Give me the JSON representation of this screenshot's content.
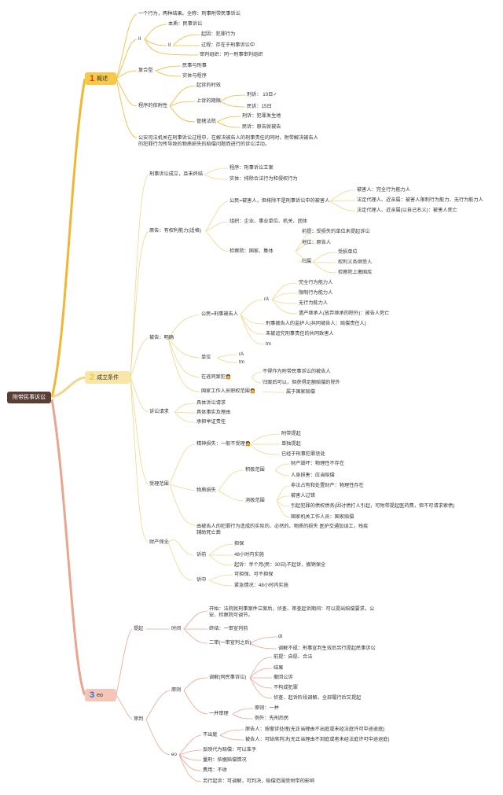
{
  "root": "附带民事诉讼",
  "sections": [
    {
      "num": "1",
      "label": "概述",
      "items": {
        "a": "一个行为，两种结果。全称：刑事附带民事诉讼",
        "a2": "II",
        "a2_1": "本质：民事诉讼",
        "a2_2": "II",
        "a2_2_1": "起因：犯罪行为",
        "a2_2_2": "过程：存在于刑事诉讼中",
        "a2_3": "审判组织：同一刑事审判组织",
        "b": "复合型",
        "b1": "民事与刑事",
        "b2": "实体与程序",
        "c": "程序的依附性",
        "c1": "起诉的时效",
        "c2": "上诉的期限",
        "c2_1": "刑诉： 10日✓",
        "c2_2": "民诉：15日",
        "c3": "管辖法院",
        "c3_1": "刑诉：犯罪发生地",
        "c3_2": "民诉：原告就被告",
        "d": "公安司法机关在刑事诉讼过程中，在解决被告人的刑事责任的同时，附带解决被告人的犯罪行为所导致的物质损失的赔偿问题而进行的诉讼活动。"
      }
    },
    {
      "num": "2",
      "label": "成立条件",
      "items": {
        "a": "刑事诉讼成立，且未终结",
        "a1": "程序：刑事诉讼立案",
        "a2": "实体：排除合法行为和侵权行为",
        "b": "原告：有权利能力(适格)",
        "b1": "公民=被害人，但排除不是刑事诉讼中的被害人",
        "b1_1": "被害人：完全行为能力人",
        "b1_2": "法定代理人、近亲属：被害人限制行为能力、无行为能力人",
        "b1_3": "法定代理人、近亲属(以自己名义)：被害人死亡",
        "b2": "组织：企业、事业单位、机关、团体",
        "b3": "检察院：国家、集体",
        "b3_1": "前提：受损失的单位未提起诉讼",
        "b3_2": "地位：原告人",
        "b3_3": "归属",
        "b3_3_1": "受损单位",
        "b3_3_2": "权利义务继受人",
        "b3_3_3": "检察院上缴国库",
        "c": "被告：明确",
        "c1": "公民=刑事被告人",
        "c1_a": "rA",
        "c1_a1": "完全行为能力人",
        "c1_a2": "限制行为能力人",
        "c1_a3": "无行为能力人",
        "c1_a4": "遗产继承人(放弃继承的除外)：被告人死亡",
        "c1_b": "刑事被告人的监护人(共同被告人：赔偿责任人)",
        "c1_c": "未被追究刑事责任的共同致害人",
        "c1_d": "tm",
        "c2": "单位",
        "c2_1": "rA",
        "c2_2": "tm",
        "c3": "在逃同案犯🙍",
        "c3_1": "不得作为附带民事诉讼的被告人",
        "c3_2": "归案后可以，但获得足额赔偿的除外",
        "c4": "国家工作人员职权范围🙍",
        "c4_1": "属于国家赔偿",
        "d": "诉讼请求",
        "d1": "具体诉讼请求",
        "d2": "具体事实及理由",
        "d3": "承担举证责任",
        "e": "受理范围",
        "e1": "精神损失：一般不受理🙍",
        "e1_1": "附带提起",
        "e1_2": "单独提起",
        "e1_3": "已经于刑事犯罪惩处",
        "e2": "物质损失",
        "e2_a": "积极范围",
        "e2_a1": "财产毁坏：物理性不存在",
        "e2_a2": "人身损害：应当赔偿",
        "e2_b": "消极范围",
        "e2_b1": "非法占有和处置财产：物理性存在",
        "e2_b2": "被害人过错",
        "e2_b3": "引起犯罪的债权债务(因讨债打人引起，可附带提起医药费，但不可请求索债)",
        "e2_b4": "国家机关工作人员：国家赔偿",
        "e3": "由被告人的犯罪行为造成的实际的、必然的、物质的损失 医护交通加误工，残疾辅助死亡葬",
        "f": "财产保全",
        "f1": "诉前",
        "f1_1": "担保",
        "f1_2": "48小时内实施",
        "f1_3": "起诉：半个月(民：30日)不起诉，撤销保全",
        "f2": "诉中",
        "f2_1": "可担保、可不担保",
        "f2_2": "紧急情况：48小时内实施"
      }
    },
    {
      "num": "3",
      "label": "eo",
      "items": {
        "a": "提起",
        "a1": "时间",
        "a1_1": "开始：法院就刑事案件立案后，侦查、审查起诉期间：可以提出赔偿要求，公安、检察院可调节。",
        "a1_2": "终结：一审宣判前",
        "a1_3": "二审(一审宣判之后)",
        "a1_3_1": "dt",
        "a1_3_2": "调解不成：刑事宣判生效后另行提起民事诉讼",
        "b": "审判",
        "b1": "原则",
        "b1_1": "调解(同民事诉讼)",
        "b1_1a": "前提：自愿、合法",
        "b1_1b": "结果",
        "b1_1c": "撤回公诉",
        "b1_1d": "不构成犯罪",
        "b1_1e": "侦查、起诉阶段调解，全部履行后又提起",
        "b1_2": "一并审理",
        "b1_2a": "原则：一并",
        "b1_2b": "例外：先刑后民",
        "b2": "eo",
        "b2_1": "不出庭",
        "b2_1a": "原告人：按撤诉处理(无正当理由不出庭或未经法庭许可中途退庭)",
        "b2_1b": "被告人：可缺席判决(无正当理由不到庭或者未经法庭许可中途退庭)",
        "b2_2": "反映代为赔偿：可以准予",
        "b2_3": "量刑：依据赔偿情况",
        "b2_4": "费用：不收",
        "b2_5": "另行起诉：可调解，可判决，赔偿范围受附带的影响"
      }
    }
  ],
  "colors": {
    "s1": "#f2b632",
    "s2": "#f0d78c",
    "s3": "#e8a58f",
    "root": "#5a3e36"
  }
}
